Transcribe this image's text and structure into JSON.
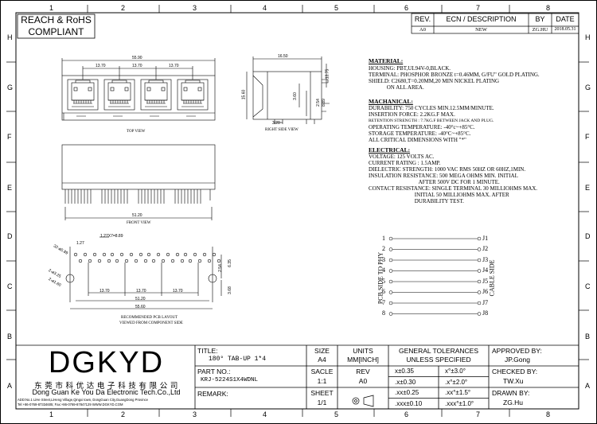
{
  "compliance": {
    "line1": "REACH & RoHS",
    "line2": "COMPLIANT"
  },
  "grid": {
    "columns": [
      "1",
      "2",
      "3",
      "4",
      "5",
      "6",
      "7",
      "8"
    ],
    "rows": [
      "H",
      "G",
      "F",
      "E",
      "D",
      "C",
      "B",
      "A"
    ]
  },
  "revision": {
    "headers": {
      "rev": "REV.",
      "ecn": "ECN / DESCRIPTION",
      "by": "BY",
      "date": "DATE"
    },
    "row": {
      "rev": "A0",
      "ecn": "NEW",
      "by": "ZG.HU",
      "date": "2018.05.31"
    }
  },
  "views": {
    "top": "TOP VIEW",
    "side": "RIGHT SIDE VIEW",
    "front": "FRONT VIEW",
    "pcb_line1": "RECOMMENDED PCB LAYOUT",
    "pcb_line2": "VIEWED FROM COMPONENT SIDE"
  },
  "dims": {
    "top_overall": "55.90",
    "top_pitch": [
      "13.70",
      "13.70",
      "13.70"
    ],
    "side_width": "16.50",
    "side_height": "15.60",
    "side_d1": "3.60",
    "side_d2": "13.75",
    "side_d3": "2.54",
    "side_d4": "8.89",
    "side_d5": "3.20",
    "front_width": "51.20",
    "pcb_pitch": "1.27X7=8.89",
    "pcb_pin": "1.27",
    "pcb_pinhole": "32-ø0.89",
    "pcb_mount": "2-ø3.25",
    "pcb_mount2": "2-ø1.60",
    "pcb_p1": "13.70",
    "pcb_p2": "13.70",
    "pcb_p3": "13.70",
    "pcb_w1": "51.20",
    "pcb_w2": "55.60",
    "pcb_h1": "2.54",
    "pcb_h2": "6.35",
    "pcb_h3": "3.68"
  },
  "specs": {
    "material_title": "MATERIAL:",
    "material": [
      "HOUSING: PBT,UL94V-0,BLACK.",
      "TERMINAL: PHOSPHOR BRONZE t=0.46MM, G/FU\" GOLD PLATING.",
      "SHIELD: C2680,T=0.20MM,20 MIN NICKEL PLATING",
      "             ON ALL AREA."
    ],
    "mechanical_title": "MACHANICAL:",
    "mechanical": [
      "DURABILITY: 750 CYCLES MIN.12.5MM/MINUTE.",
      "INSERTION FORCE: 2.2KG.F MAX.",
      "RETENTION STRENGTH : 7.7KG.F BETWEEN JACK AND PLUG.",
      "OPERATING TEMPERATURE: -40°c~+85°C.",
      "STORAGE TEMPERATURE: -40°C~+85°C.",
      "ALL CRITICAL DIMENSIONS WITH \"*\""
    ],
    "electrical_title": "ELECTRICAL:",
    "electrical": [
      "VOLTAGE: 125 VOLTS AC.",
      "CURRENT RATING : 1.5AMP.",
      "DIELECTRIC STRENGTH: 1000 VAC RMS 50HZ OR 60HZ,1MIN.",
      "INSULATION RESISTANCE: 500 MEGA OHMS MIN. INITIAL",
      "                                    AFTER 500V DC FOR 1 MINUTE.",
      "CONTACT RESISTANCE: SINGLE TERMINAL 30 MILLIOHMS MAX.",
      "                                 INITIAL 50 MILLIOHMS MAX. AFTER",
      "                                 DURABILITY TEST."
    ]
  },
  "schematic": {
    "left_pins": [
      "1",
      "2",
      "3",
      "4",
      "5",
      "6",
      "7",
      "8"
    ],
    "right_pins": [
      "J1",
      "J2",
      "J3",
      "J4",
      "J5",
      "J6",
      "J7",
      "J8"
    ],
    "left_label": "PCB SIDE TO PHY",
    "right_label": "CABLE SIDE"
  },
  "company": {
    "logo": "DGKYD",
    "name_cn": "东 莞 市 科 优 达 电 子 科 技 有 限 公 司",
    "name_en": "Dong Guan Ke You Da Electronic Tech.Co.,Ltd",
    "address": "ADD:No.1 LiHe Street,LiHeng Village,Qingxi town, DongGuan City,GuangDong Province",
    "contact": "Tel:+86-0769-87334605; Fax:+86-0769-87847129 WWW.DGKYD.COM"
  },
  "title_block": {
    "title_label": "TITLE:",
    "title": "180° TAB-UP 1*4",
    "part_label": "PART NO.:",
    "part": "KRJ-5224S1X4WDNL",
    "remark_label": "REMARK:",
    "size_label": "SIZE",
    "size": "A4",
    "units_label": "UNITS",
    "units": "MM[INCH]",
    "scale_label": "SACLE",
    "scale": "1:1",
    "rev_label": "REV",
    "rev": "A0",
    "sheet_label": "SHEET",
    "sheet": "1/1",
    "tol_title1": "GENERAL TOLERANCES",
    "tol_title2": "UNLESS SPECIFIED",
    "tol": [
      [
        "x±0.35",
        "x°±3.0°"
      ],
      [
        ".x±0.30",
        ".x°±2.0°"
      ],
      [
        ".xx±0.25",
        ".xx°±1.5°"
      ],
      [
        ".xxx±0.10",
        ".xxx°±1.0°"
      ]
    ],
    "approved_label": "APPROVED BY:",
    "approved": "JP.Gong",
    "checked_label": "CHECKED BY:",
    "checked": "TW.Xu",
    "drawn_label": "DRAWN BY:",
    "drawn": "ZG.Hu"
  }
}
